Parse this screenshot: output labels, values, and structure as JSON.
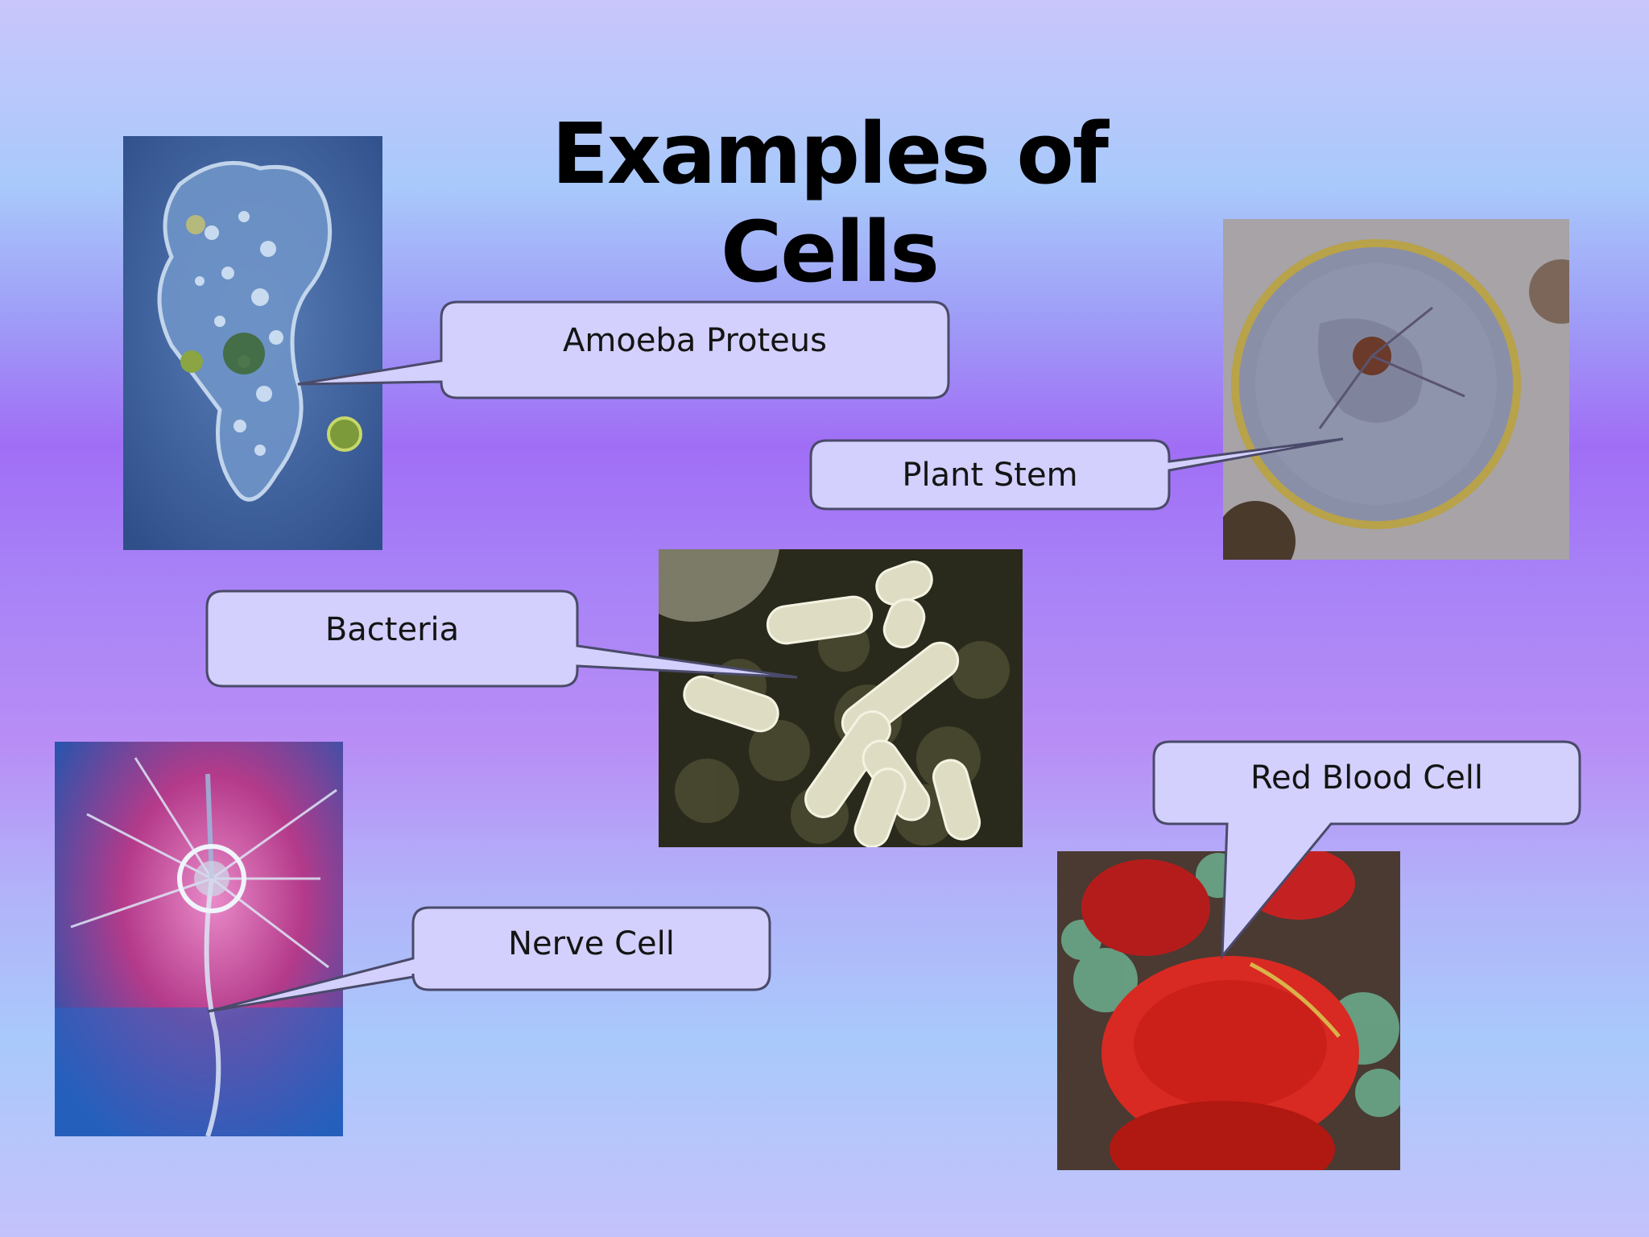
{
  "slide": {
    "title": "Examples of Cells"
  },
  "callouts": {
    "amoeba": "Amoeba Proteus",
    "plant": "Plant Stem",
    "bacteria": "Bacteria",
    "nerve": "Nerve Cell",
    "blood": "Red Blood Cell"
  },
  "colors": {
    "callout_fill": "#d3d0fd",
    "callout_stroke": "#4a4a6a"
  }
}
